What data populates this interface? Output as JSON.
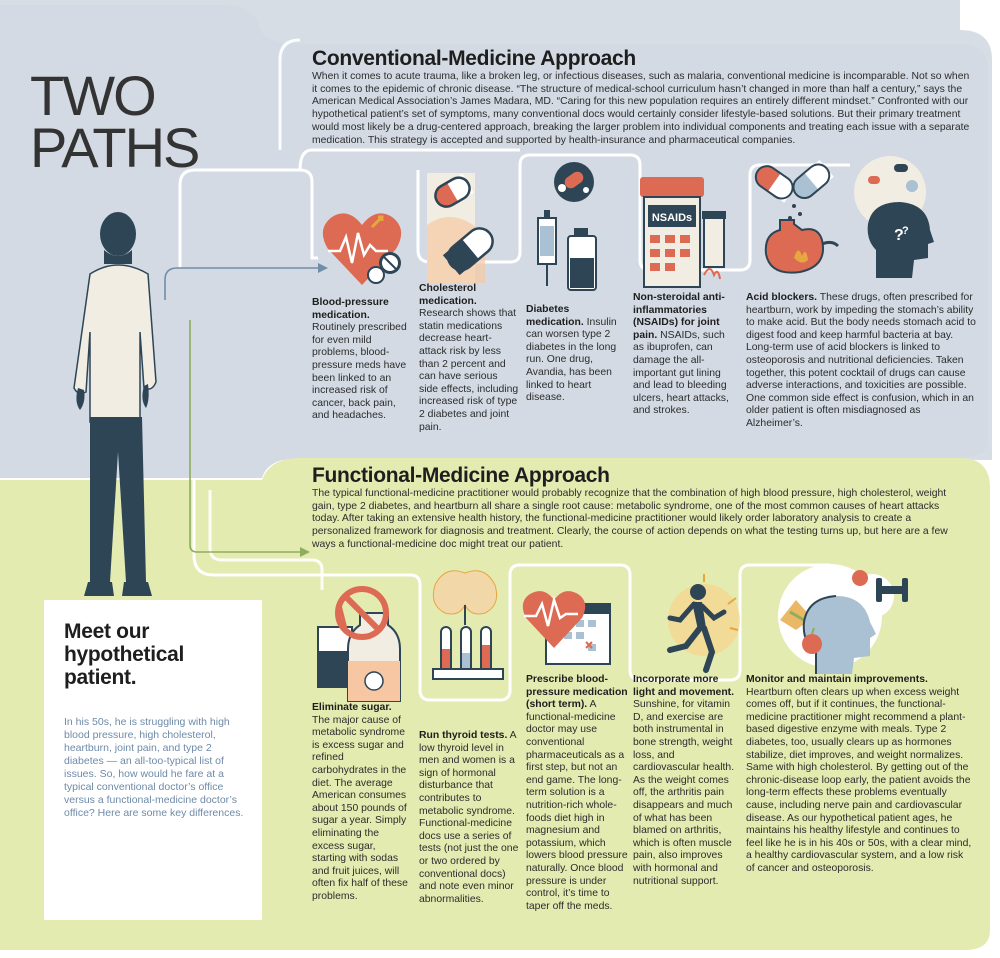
{
  "title": {
    "line1": "TWO",
    "line2": "PATHS"
  },
  "colors": {
    "conventional_bg": "#d6dde5",
    "functional_bg": "#e4ecb4",
    "accent_red": "#dd6a52",
    "navy": "#2e4556",
    "gold": "#e6a73f",
    "path_white": "#ffffff"
  },
  "conventional": {
    "heading": "Conventional-Medicine Approach",
    "intro": "When it comes to acute trauma, like a broken leg, or infectious diseases, such as malaria, conventional medicine is incomparable. Not so when it comes to the epidemic of chronic disease. “The structure of medical-school curriculum hasn’t changed in more than half a century,” says the American Medical Association’s James Madara, MD. “Caring for this new population requires an entirely different mindset.” Confronted with our hypothetical patient’s set of symptoms, many conventional docs would certainly consider lifestyle-based solutions. But their primary treatment would most likely be a drug-centered approach, breaking the larger problem into individual components and treating each issue with a separate medication. This strategy is accepted and supported by health-insurance and pharmaceutical companies.",
    "steps": [
      {
        "title": "Blood-pressure medication.",
        "body": "Routinely prescribed for even mild problems, blood-pressure meds have been linked to an increased risk of cancer, back pain, and headaches.",
        "icon": "heart-pills-icon"
      },
      {
        "title": "Cholesterol medication.",
        "body": "Research shows that statin medications decrease heart-attack risk by less than 2 percent and can have serious side effects, including increased risk of type 2 diabetes and joint pain.",
        "icon": "capsules-icon"
      },
      {
        "title": "Diabetes medication.",
        "body": "Insulin can worsen type 2 diabetes in the long run. One drug, Avandia, has been linked to heart disease.",
        "icon": "syringe-vial-icon"
      },
      {
        "title": "Non-steroidal anti-inflammatories (NSAIDs) for joint pain.",
        "body": "NSAIDs, such as ibuprofen, can damage the all-important gut lining and lead to bleeding ulcers, heart attacks, and strokes.",
        "icon": "nsaids-bottle-icon",
        "label": "NSAIDs"
      },
      {
        "title": "Acid blockers.",
        "body": "These drugs, often prescribed for heartburn, work by impeding the stomach’s ability to make acid. But the body needs stomach acid to digest food and keep harmful bacteria at bay. Long-term use of acid blockers is linked to osteoporosis and nutritional deficiencies. Taken together, this potent cocktail of drugs can cause adverse interactions, and toxicities are possible. One common side effect is confusion, which in an older patient is often misdiagnosed as Alzheimer’s.",
        "icon": "stomach-pills-icon"
      }
    ]
  },
  "functional": {
    "heading": "Functional-Medicine Approach",
    "intro": "The typical functional-medicine practitioner would probably recognize that the combination of high blood pressure, high cholesterol, weight gain, type 2 diabetes, and heartburn all share a single root cause: metabolic syndrome, one of the most common causes of heart attacks today. After taking an extensive health history, the functional-medicine practitioner would likely order laboratory analysis to create a personalized framework for diagnosis and treatment. Clearly, the course of action depends on what the testing turns up, but here are a few ways a functional-medicine doc might treat our patient.",
    "steps": [
      {
        "title": "Eliminate sugar.",
        "body": "The major cause of metabolic syndrome is excess sugar and refined carbohydrates in the diet. The average American consumes about 150 pounds of sugar a year. Simply eliminating the excess sugar, starting with sodas and fruit juices, will often fix half of these problems.",
        "icon": "no-sugar-drinks-icon"
      },
      {
        "title": "Run thyroid tests.",
        "body": "A low thyroid level in men and women is a sign of hormonal disturbance that contributes to metabolic syndrome. Functional-medicine docs use a series of tests (not just the one or two ordered by conventional docs) and note even minor abnormalities.",
        "icon": "thyroid-test-tubes-icon"
      },
      {
        "title": "Prescribe blood-pressure medication (short term).",
        "body": "A functional-medicine doctor may use conventional pharmaceuticals as a first step, but not an end game. The long-term solution is a nutrition-rich whole-foods diet high in magnesium and potassium, which lowers blood pressure naturally. Once blood pressure is under control, it’s time to taper off the meds.",
        "icon": "heart-calendar-icon"
      },
      {
        "title": "Incorporate more light and movement.",
        "body": "Sunshine, for vitamin D, and exercise are both instrumental in bone strength, weight loss, and cardiovascular health. As the weight comes off, the arthritis pain disappears and much of what has been blamed on arthritis, which is often muscle pain, also improves with hormonal and nutritional support.",
        "icon": "runner-sun-icon"
      },
      {
        "title": "Monitor and maintain improvements.",
        "body": "Heartburn often clears up when excess weight comes off, but if it continues, the functional-medicine practitioner might recommend a plant-based digestive enzyme with meals. Type 2 diabetes, too, usually clears up as hormones stabilize, diet improves, and weight normalizes. Same with high cholesterol. By getting out of the chronic-disease loop early, the patient avoids the long-term effects these problems eventually cause, including nerve pain and cardiovascular disease. As our hypothetical patient ages, he maintains his healthy lifestyle and continues to feel like he is in his 40s or 50s, with a clear mind, a healthy cardiovascular system, and a low risk of cancer and osteoporosis.",
        "icon": "head-wellness-icon"
      }
    ]
  },
  "patient": {
    "heading": "Meet our hypothetical patient.",
    "body": "In his 50s, he is struggling with high blood pressure, high cholesterol, heartburn, joint pain, and type 2 diabetes — an all-too-typical list of issues. So, how would he fare at a typical conventional doctor’s office versus a functional-medicine doctor’s office? Here are some key differences."
  }
}
